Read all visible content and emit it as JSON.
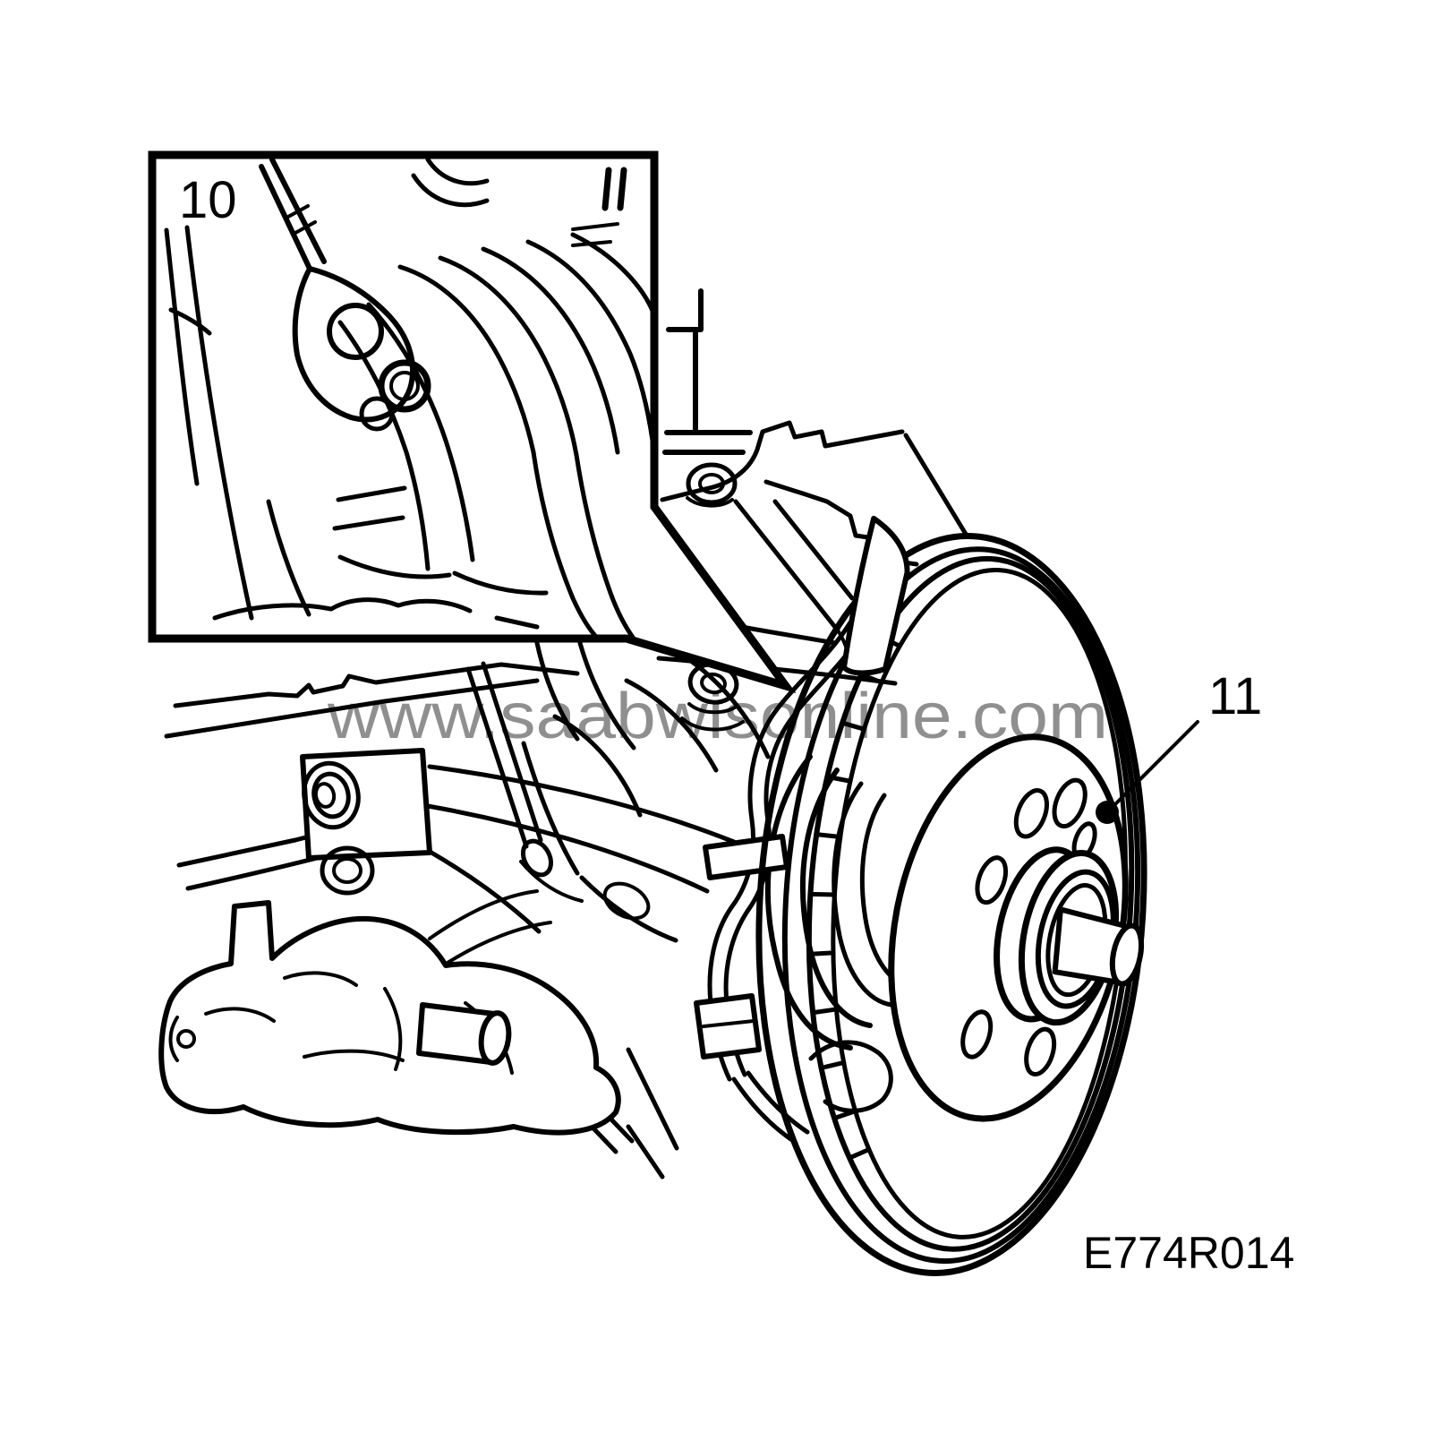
{
  "diagram": {
    "type": "technical-line-illustration",
    "subject": "front wheel hub and brake disc assembly with detail inset",
    "callouts": {
      "callout_10": "10",
      "callout_11": "11"
    },
    "watermark": {
      "text": "www.saabwisonline.com",
      "color": "#8f8f8f"
    },
    "figure_code": {
      "text": "E774R014"
    },
    "colors": {
      "line": "#000000",
      "background": "#ffffff"
    }
  }
}
